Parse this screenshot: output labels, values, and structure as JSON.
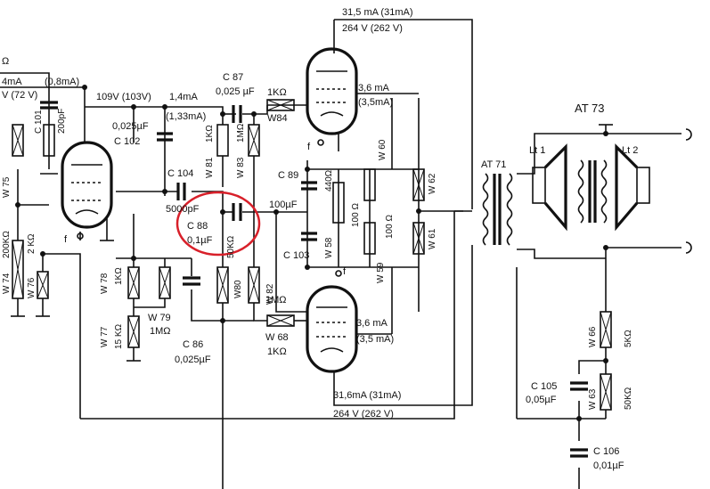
{
  "labels": {
    "top_current": "31,5 mA (31mA)",
    "top_voltage": "264 V (262 V)",
    "bottom_current": "31,6mA (31mA)",
    "bottom_voltage": "264 V (262 V)",
    "left_current_top": "4mA",
    "left_current_top2": "(0,8mA)",
    "left_voltage": "V (72 V)",
    "v109": "109V (103V)",
    "i14": "1,4mA",
    "i133": "(1,33mA)",
    "ohm_topleft": "Ω",
    "c101": "C 101",
    "c101_val": "200pF",
    "c102": "C 102",
    "c102_val": "0,025µF",
    "c104": "C 104",
    "c104_val": "5000pF",
    "c87": "C 87",
    "c87_val": "0,025 µF",
    "w84": "W84",
    "w84_val": "1KΩ",
    "w81": "W 81",
    "w81_val": "1KΩ",
    "w83": "W 83",
    "w83_val": "1MΩ",
    "c88": "C 88",
    "c88_val": "0,1µF",
    "w80_val": "50KΩ",
    "w80": "W80",
    "c89": "C 89",
    "c89_val": "100µF",
    "c103": "C 103",
    "w58": "W 58",
    "r440": "440Ω",
    "r100a": "100 Ω",
    "r100b": "100 Ω",
    "w60": "W 60",
    "w59": "W 59",
    "w62": "W 62",
    "w61": "W 61",
    "top_tube_i": "3,6 mA",
    "top_tube_i2": "(3,5mA)",
    "bot_tube_i": "3,6 mA",
    "bot_tube_i2": "(3,5 mA)",
    "w82": "W 82",
    "w82_val": "1MΩ",
    "w68": "W 68",
    "w68_val": "1KΩ",
    "w75": "W 75",
    "w74": "W 74",
    "w74_val": "200KΩ",
    "w76": "W 76",
    "w76_val": "2 KΩ",
    "w78": "W 78",
    "w78_val": "1KΩ",
    "w77": "W 77",
    "w77_val": "15 KΩ",
    "w79": "W 79",
    "w79_val": "1MΩ",
    "c86": "C 86",
    "c86_val": "0,025µF",
    "at71": "AT 71",
    "at73": "AT 73",
    "lt1": "Lt 1",
    "lt2": "Lt 2",
    "w66": "W 66",
    "w66_val": "5KΩ",
    "w63": "W 63",
    "w63_val": "50KΩ",
    "c105": "C 105",
    "c105_val": "0,05µF",
    "c106": "C 106",
    "c106_val": "0,01µF",
    "f_left": "f",
    "f_top": "f",
    "f_bot": "f",
    "ohm_w85": "1MΩ"
  },
  "highlight": {
    "color": "#d8202a",
    "target": "C 88"
  }
}
